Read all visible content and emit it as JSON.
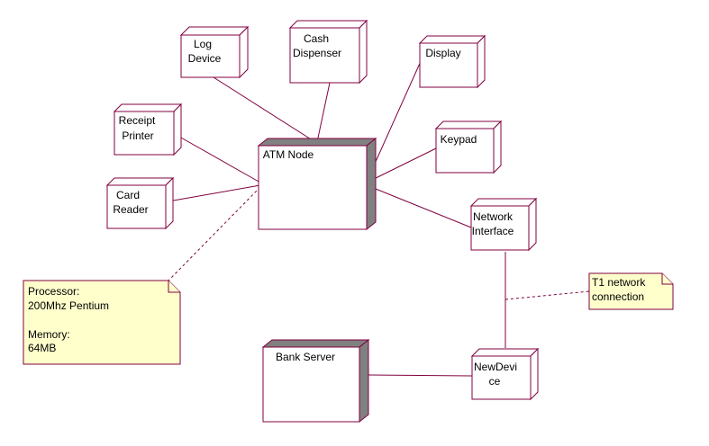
{
  "colors": {
    "outline": "#800040",
    "note_fill": "#ffffcc",
    "processor_shade": "#808080",
    "background": "#ffffff"
  },
  "diagram": {
    "nodes": {
      "log_device": [
        "Log",
        "Device"
      ],
      "cash_dispenser": [
        "Cash",
        "Dispenser"
      ],
      "display": [
        "Display"
      ],
      "receipt_printer": [
        "Receipt",
        "Printer"
      ],
      "keypad": [
        "Keypad"
      ],
      "card_reader": [
        "Card",
        "Reader"
      ],
      "atm_node": [
        "ATM Node"
      ],
      "network_interface": [
        "Network",
        "Interface"
      ],
      "bank_server": [
        "Bank Server"
      ],
      "new_device": [
        "NewDevi",
        "ce"
      ]
    },
    "notes": {
      "hardware_spec": [
        "Processor:",
        "200Mhz Pentium",
        "",
        "Memory:",
        "64MB"
      ],
      "t1_connection": [
        "T1 network",
        "connection"
      ]
    }
  }
}
